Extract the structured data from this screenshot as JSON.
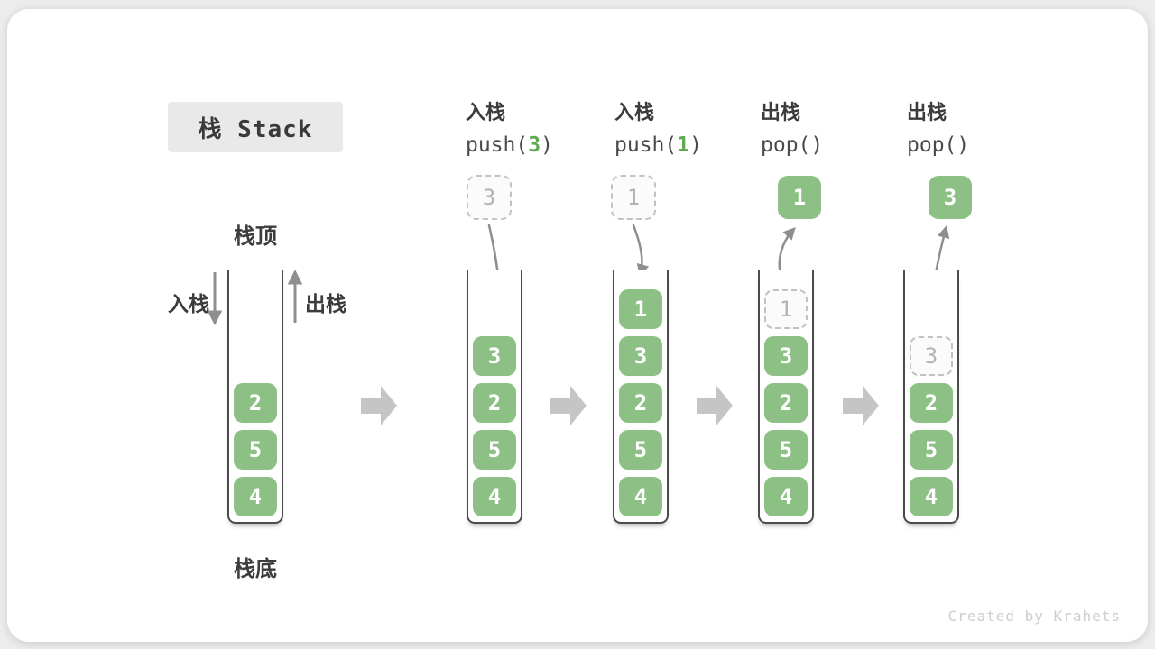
{
  "title": "栈 Stack",
  "labels": {
    "stack_top": "栈顶",
    "stack_bottom": "栈底",
    "push_side": "入栈",
    "pop_side": "出栈"
  },
  "ops": [
    {
      "label": "入栈",
      "code_pre": "push(",
      "code_arg": "3",
      "code_post": ")"
    },
    {
      "label": "入栈",
      "code_pre": "push(",
      "code_arg": "1",
      "code_post": ")"
    },
    {
      "label": "出栈",
      "code_pre": "pop(",
      "code_arg": "",
      "code_post": ")"
    },
    {
      "label": "出栈",
      "code_pre": "pop(",
      "code_arg": "",
      "code_post": ")"
    }
  ],
  "floaters": {
    "push1": "3",
    "push2": "1",
    "pop1": "1",
    "pop2": "3"
  },
  "stacks": [
    {
      "cells": [
        {
          "v": "2"
        },
        {
          "v": "5"
        },
        {
          "v": "4"
        }
      ]
    },
    {
      "cells": [
        {
          "v": "3"
        },
        {
          "v": "2"
        },
        {
          "v": "5"
        },
        {
          "v": "4"
        }
      ]
    },
    {
      "cells": [
        {
          "v": "1"
        },
        {
          "v": "3"
        },
        {
          "v": "2"
        },
        {
          "v": "5"
        },
        {
          "v": "4"
        }
      ]
    },
    {
      "cells": [
        {
          "v": "1",
          "ghost": true
        },
        {
          "v": "3"
        },
        {
          "v": "2"
        },
        {
          "v": "5"
        },
        {
          "v": "4"
        }
      ]
    },
    {
      "cells": [
        {
          "v": "3",
          "ghost": true
        },
        {
          "v": "2"
        },
        {
          "v": "5"
        },
        {
          "v": "4"
        }
      ]
    }
  ],
  "watermark": "Created by Krahets",
  "colors": {
    "element_green": "#8cc084",
    "code_arg_green": "#5fa952",
    "text_dark": "#3c3c3c",
    "curve_arrow_gray": "#8f8f8f",
    "block_arrow_gray": "#c5c5c5",
    "ghost_gray": "#c2c2c2",
    "title_bg": "#e9e9e9",
    "watermark_gray": "#cdcdcd"
  }
}
